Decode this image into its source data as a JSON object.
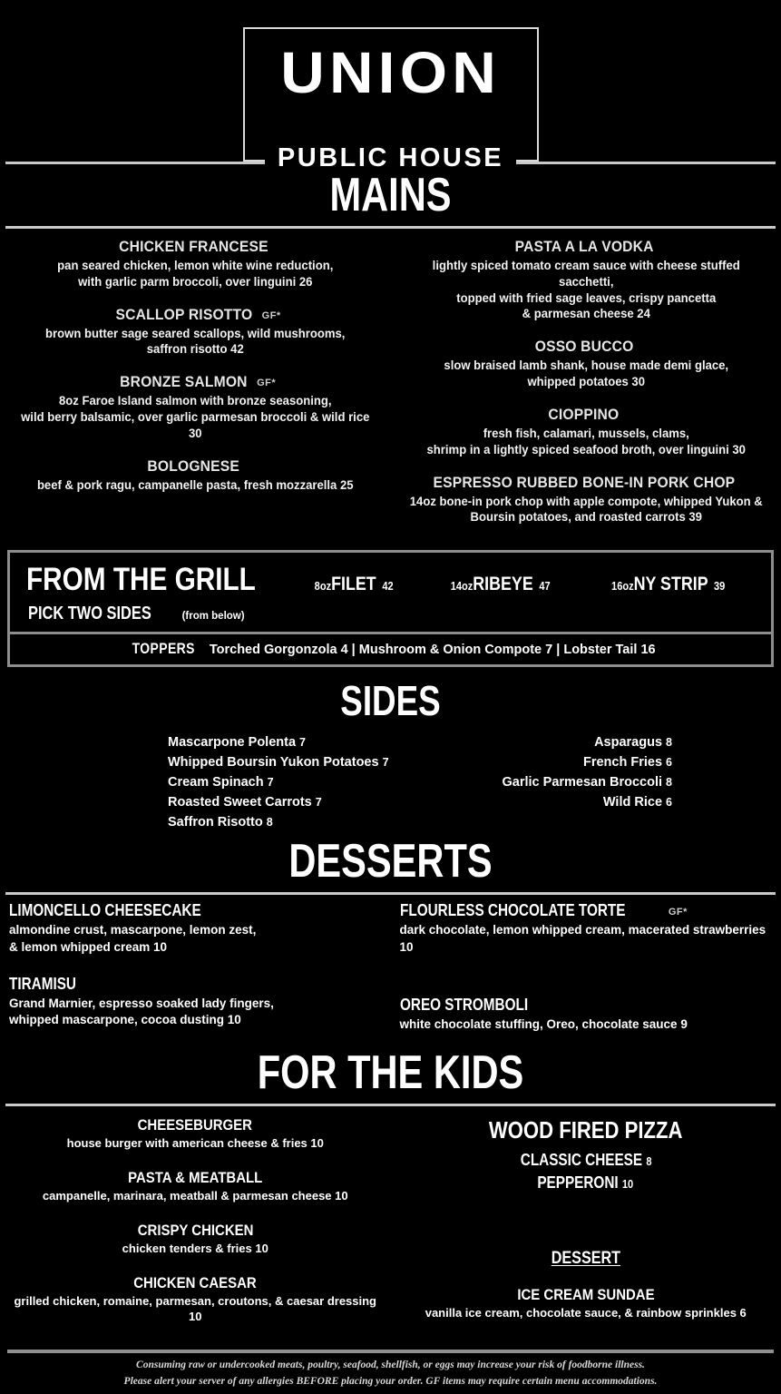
{
  "logo": {
    "primary": "UNION",
    "secondary": "PUBLIC HOUSE"
  },
  "sections": {
    "mains": {
      "title": "MAINS",
      "left": [
        {
          "name": "CHICKEN FRANCESE",
          "gf": "",
          "desc": "pan seared chicken, lemon white wine reduction,\nwith garlic parm broccoli, over linguini  26"
        },
        {
          "name": "SCALLOP RISOTTO",
          "gf": "GF*",
          "desc": "brown butter sage seared scallops, wild mushrooms,\nsaffron risotto  42"
        },
        {
          "name": "BRONZE SALMON",
          "gf": "GF*",
          "desc": "8oz Faroe Island salmon with bronze seasoning,\nwild berry balsamic, over garlic parmesan broccoli & wild rice  30"
        },
        {
          "name": "BOLOGNESE",
          "gf": "",
          "desc": "beef & pork ragu, campanelle pasta, fresh mozzarella  25"
        }
      ],
      "right": [
        {
          "name": "PASTA A LA VODKA",
          "gf": "",
          "desc": "lightly spiced tomato cream sauce with cheese stuffed sacchetti,\ntopped with fried sage leaves, crispy pancetta\n& parmesan cheese  24"
        },
        {
          "name": "OSSO BUCCO",
          "gf": "",
          "desc": "slow braised lamb shank, house made demi glace,\nwhipped potatoes 30"
        },
        {
          "name": "CIOPPINO",
          "gf": "",
          "desc": "fresh fish, calamari, mussels, clams,\nshrimp in a lightly spiced seafood broth, over linguini  30"
        },
        {
          "name": "ESPRESSO RUBBED BONE-IN PORK CHOP",
          "gf": "",
          "desc": "14oz bone-in pork chop with apple compote, whipped Yukon &\nBoursin potatoes, and roasted carrots  39"
        }
      ]
    },
    "grill": {
      "title": "FROM THE GRILL",
      "cuts": [
        {
          "size": "8oz",
          "name": "FILET",
          "price": "42"
        },
        {
          "size": "14oz",
          "name": "RIBEYE",
          "price": "47"
        },
        {
          "size": "16oz",
          "name": "NY STRIP",
          "price": "39"
        }
      ],
      "pick_label": "PICK TWO SIDES",
      "pick_note": "(from below)",
      "toppers_label": "TOPPERS",
      "toppers_list": "Torched Gorgonzola 4  |  Mushroom & Onion Compote 7  |  Lobster Tail 16"
    },
    "sides": {
      "title": "SIDES",
      "left": [
        {
          "name": "Mascarpone Polenta",
          "price": "7"
        },
        {
          "name": "Whipped Boursin Yukon Potatoes",
          "price": "7"
        },
        {
          "name": "Cream Spinach",
          "price": "7"
        },
        {
          "name": "Roasted Sweet Carrots",
          "price": "7"
        },
        {
          "name": "Saffron Risotto",
          "price": "8"
        }
      ],
      "right": [
        {
          "name": "Asparagus",
          "price": "8"
        },
        {
          "name": "French Fries",
          "price": "6"
        },
        {
          "name": "Garlic Parmesan Broccoli",
          "price": "8"
        },
        {
          "name": "Wild Rice",
          "price": "6"
        }
      ]
    },
    "desserts": {
      "title": "DESSERTS",
      "left": [
        {
          "name": "LIMONCELLO CHEESECAKE",
          "gf": "",
          "desc": "almondine crust, mascarpone, lemon zest,\n& lemon whipped cream 10"
        },
        {
          "name": "TIRAMISU",
          "gf": "",
          "desc": "Grand Marnier, espresso soaked lady fingers,\nwhipped mascarpone, cocoa dusting 10"
        }
      ],
      "right": [
        {
          "name": "FLOURLESS CHOCOLATE TORTE",
          "gf": "GF*",
          "desc": "dark chocolate, lemon whipped cream, macerated strawberries 10"
        },
        {
          "name": "OREO STROMBOLI",
          "gf": "",
          "desc": "white chocolate stuffing, Oreo, chocolate sauce 9"
        }
      ]
    },
    "kids": {
      "title": "FOR THE KIDS",
      "left": [
        {
          "name": "CHEESEBURGER",
          "desc": "house burger with american cheese & fries 10"
        },
        {
          "name": "PASTA & MEATBALL",
          "desc": "campanelle, marinara, meatball & parmesan cheese 10"
        },
        {
          "name": "CRISPY CHICKEN",
          "desc": "chicken tenders & fries 10"
        },
        {
          "name": "CHICKEN CAESAR",
          "desc": "grilled chicken, romaine, parmesan, croutons, & caesar dressing 10"
        }
      ],
      "pizza": {
        "title": "WOOD FIRED PIZZA",
        "options": [
          {
            "name": "CLASSIC CHEESE",
            "price": "8"
          },
          {
            "name": "PEPPERONI",
            "price": "10"
          }
        ]
      },
      "dessert": {
        "title": "DESSERT",
        "item": {
          "name": "ICE CREAM SUNDAE",
          "desc": "vanilla ice cream, chocolate sauce, & rainbow sprinkles 6"
        }
      }
    }
  },
  "footer": {
    "line1": "Consuming raw or undercooked meats, poultry, seafood, shellfish, or eggs may increase your risk of foodborne illness.",
    "line2": "Please alert your server of any allergies BEFORE placing your order.  GF items may require certain menu accommodations."
  }
}
